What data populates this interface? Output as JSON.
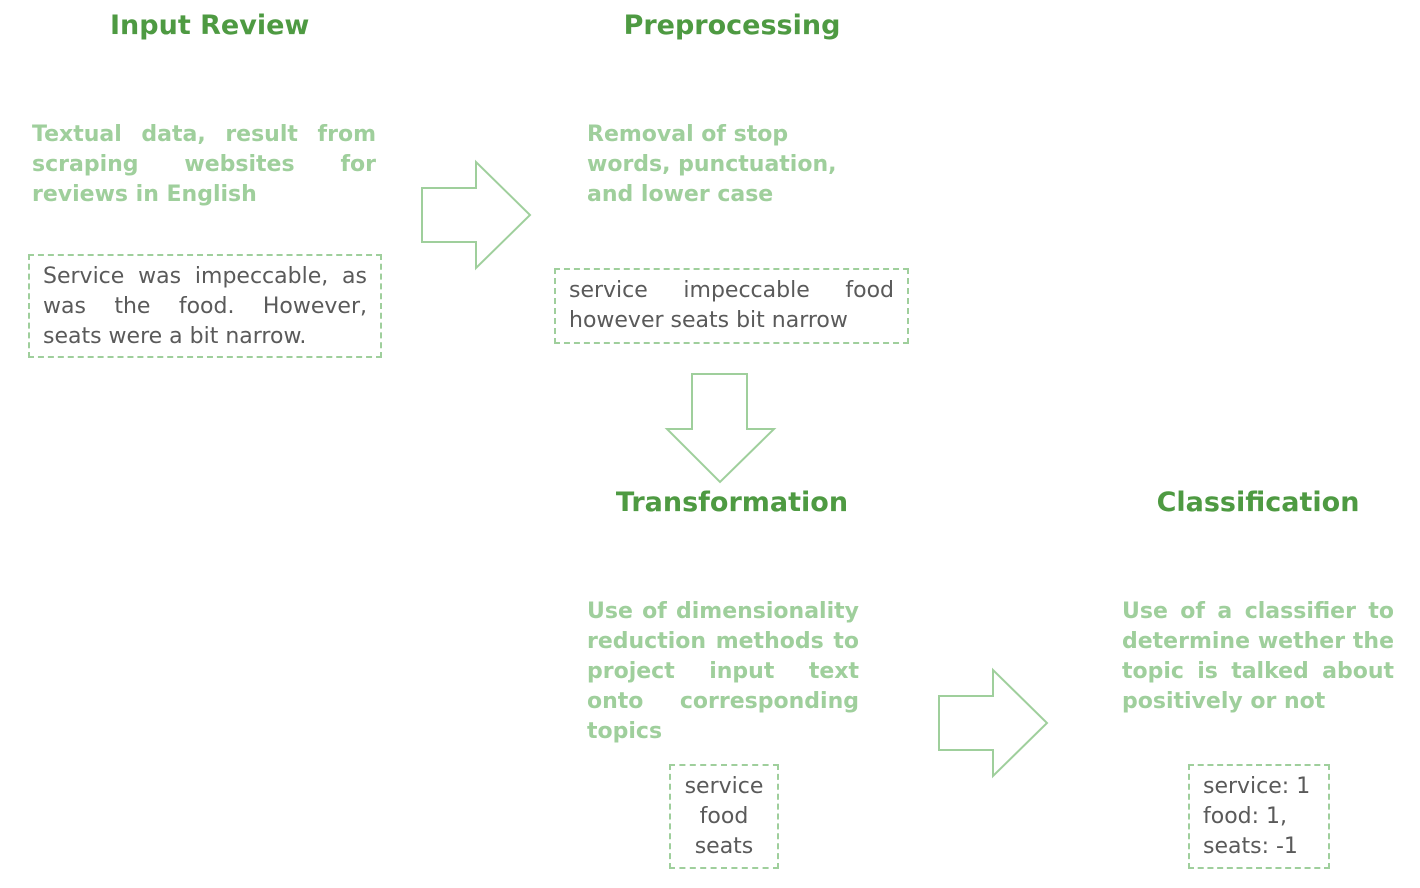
{
  "steps": [
    {
      "title": "Input Review",
      "description": "Textual data, result from scraping websites for reviews in English",
      "example": "Service was impeccable, as was the food. However, seats were a bit narrow."
    },
    {
      "title": "Preprocessing",
      "description": "Removal of stop words, punctuation, and lower case",
      "example": "service impeccable food however seats bit narrow"
    },
    {
      "title": "Transformation",
      "description": "Use of dimensionality reduction methods to project input text onto corresponding topics",
      "example_lines": [
        "service",
        "food",
        "seats"
      ]
    },
    {
      "title": "Classification",
      "description": "Use of a classifier to determine wether the topic is talked about positively or not",
      "example_lines": [
        "service: 1",
        "food: 1,",
        "seats: -1"
      ]
    }
  ],
  "colors": {
    "title": "#4e9a42",
    "description": "#9fcf9c",
    "box_border": "#9fcf9c",
    "box_text": "#5a5a5a"
  }
}
